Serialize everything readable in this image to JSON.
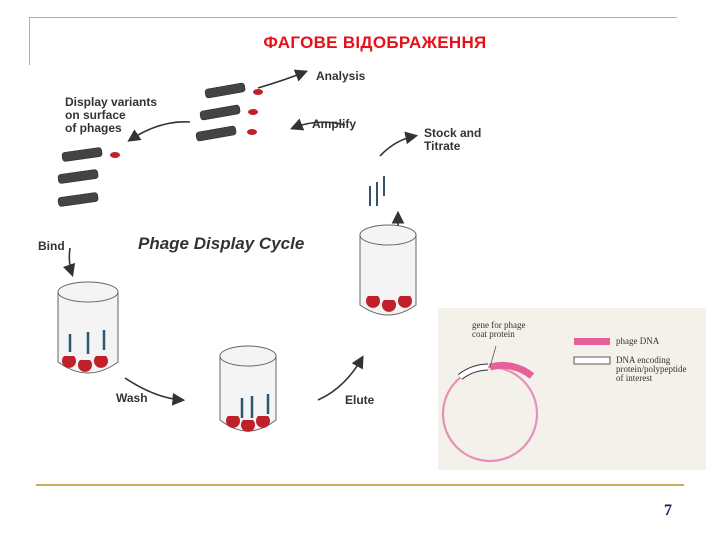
{
  "slide": {
    "title": "ФАГОВЕ ВІДОБРАЖЕННЯ",
    "page_number": "7"
  },
  "cycle": {
    "title": "Phage Display Cycle",
    "labels": {
      "display_variants": "Display variants",
      "display_variants_2": "on surface",
      "display_variants_3": "of phages",
      "analysis": "Analysis",
      "amplify": "Amplify",
      "stock_1": "Stock  and",
      "stock_2": "Titrate",
      "bind": "Bind",
      "wash": "Wash",
      "elute": "Elute"
    }
  },
  "plasmid": {
    "gene_label_1": "gene for phage",
    "gene_label_2": "coat protein",
    "legend_phage": "phage DNA",
    "legend_dna_1": "DNA encoding",
    "legend_dna_2": "protein/polypeptide",
    "legend_dna_3": "of interest",
    "colors": {
      "phage_dna": "#e8609a",
      "insert": "#ffffff",
      "circle": "#e890b8"
    }
  }
}
